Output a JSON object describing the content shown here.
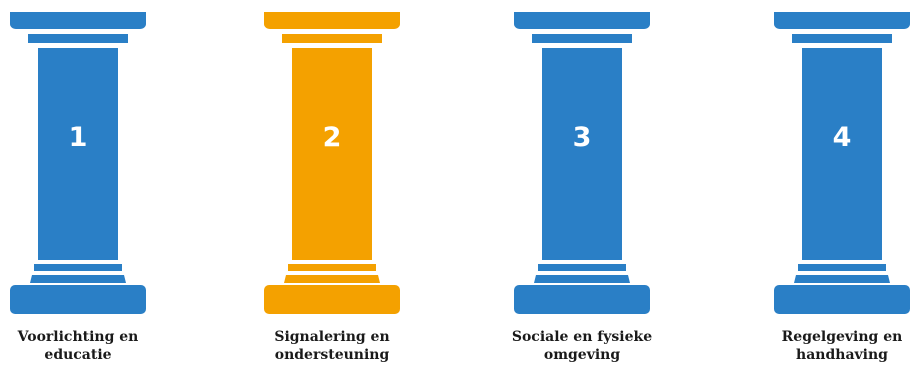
{
  "colors": {
    "blue": "#2a7fc6",
    "orange": "#f4a100",
    "text": "#1a1a1a"
  },
  "pillars": [
    {
      "number": "1",
      "label": "Voorlichting en educatie",
      "color": "#2a7fc6"
    },
    {
      "number": "2",
      "label": "Signalering en ondersteuning",
      "color": "#f4a100"
    },
    {
      "number": "3",
      "label": "Sociale en fysieke omgeving",
      "color": "#2a7fc6"
    },
    {
      "number": "4",
      "label": "Regelgeving en handhaving",
      "color": "#2a7fc6"
    }
  ]
}
